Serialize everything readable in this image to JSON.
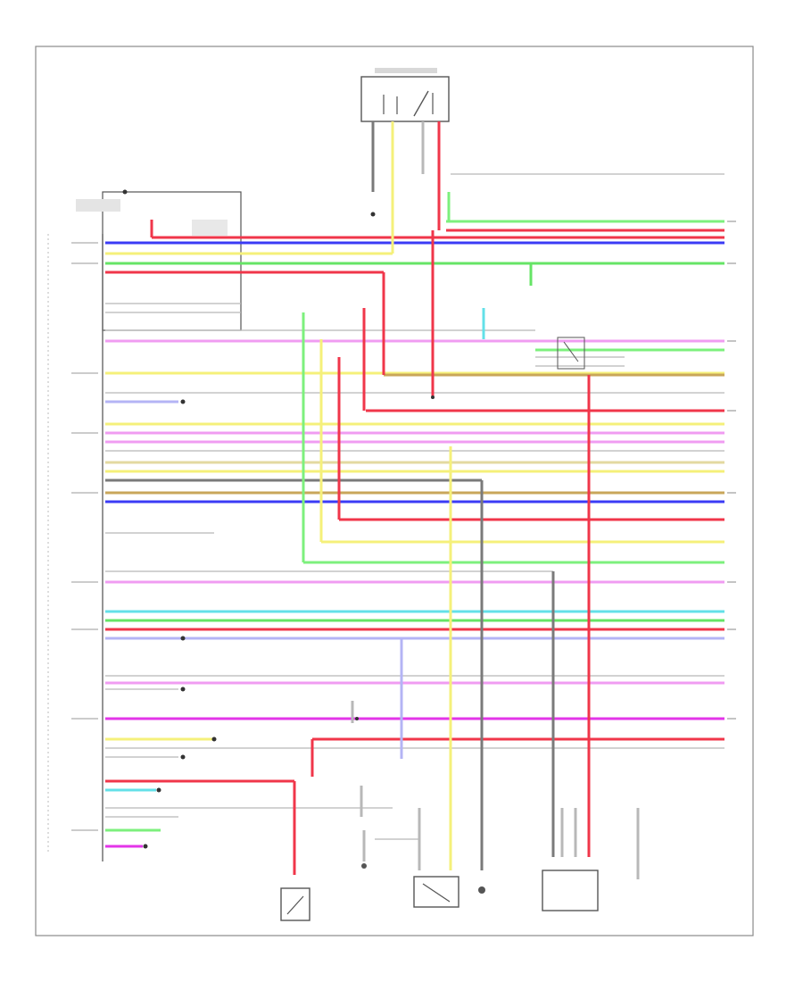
{
  "colors": {
    "frame": "#8a8a8a",
    "wire_gray": "#b8b8b8",
    "wire_dark": "#6f6f6f",
    "label": "#555555"
  },
  "wires": [
    {
      "name": "white-wire",
      "color": "#e0e0e0"
    },
    {
      "name": "lt-green-wire",
      "color": "#7df07d"
    },
    {
      "name": "red-wire",
      "color": "#f0364a"
    },
    {
      "name": "blue-wire",
      "color": "#3b3bf5"
    },
    {
      "name": "yellow-wire",
      "color": "#f5f07a"
    },
    {
      "name": "light-green-wire",
      "color": "#66e466"
    },
    {
      "name": "pink-wire",
      "color": "#f09cf2"
    },
    {
      "name": "tan-wire",
      "color": "#e3d9a0"
    },
    {
      "name": "gray-wire",
      "color": "#7a7a7a"
    },
    {
      "name": "lavender-wire",
      "color": "#b4b4f5"
    },
    {
      "name": "cyan-wire",
      "color": "#63e0e8"
    },
    {
      "name": "magenta-wire",
      "color": "#e335e8"
    },
    {
      "name": "brown-wire",
      "color": "#c9a65a"
    }
  ]
}
